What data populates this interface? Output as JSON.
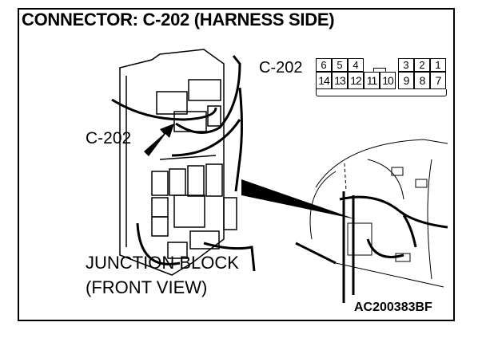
{
  "title": "CONNECTOR: C-202 (HARNESS SIDE)",
  "connector_label": "C-202",
  "arrow_label": "C-202",
  "pins": {
    "top_row": [
      "6",
      "5",
      "4",
      "3",
      "2",
      "1"
    ],
    "bottom_row": [
      "14",
      "13",
      "12",
      "11",
      "10",
      "9",
      "8",
      "7"
    ]
  },
  "caption_line1": "JUNCTION BLOCK",
  "caption_line2": "(FRONT VIEW)",
  "figure_code": "AC200383BF"
}
